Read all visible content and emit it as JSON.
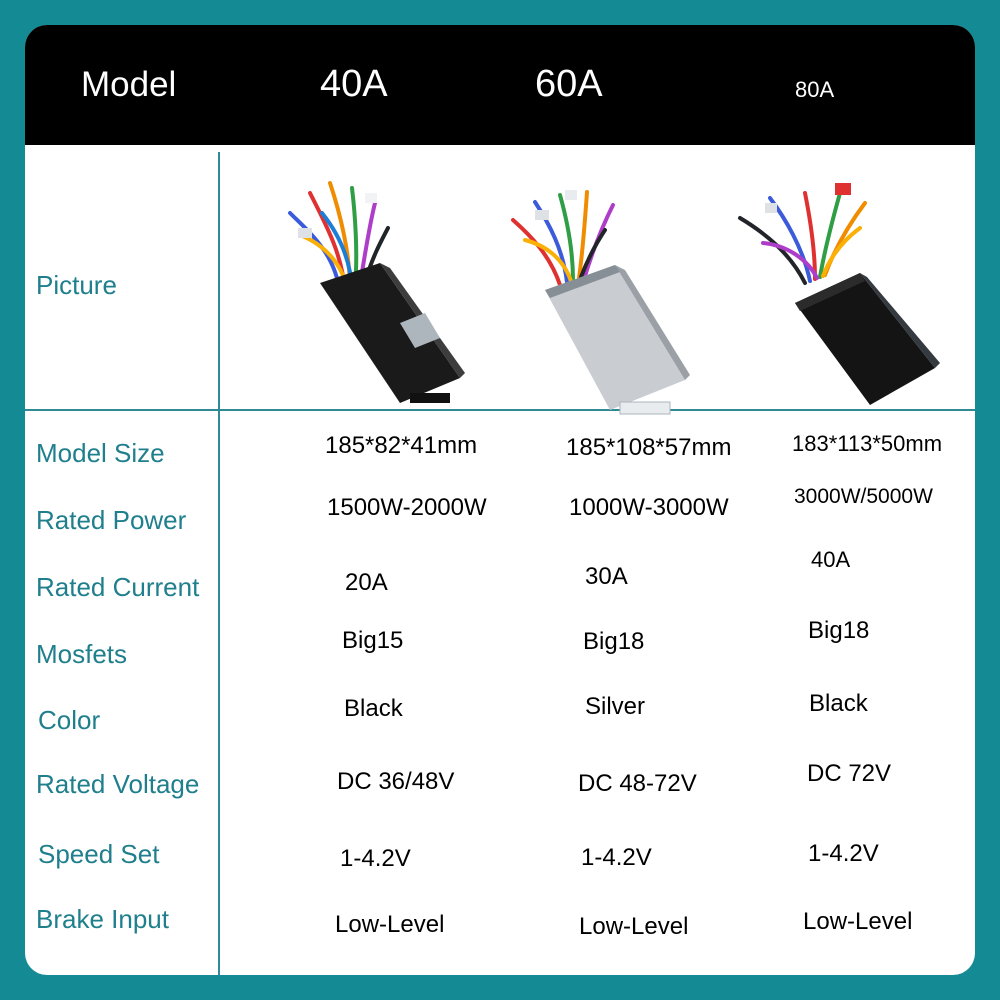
{
  "header": {
    "model_label": "Model",
    "models": [
      "40A",
      "60A",
      "80A"
    ]
  },
  "rows": {
    "picture": "Picture",
    "model_size": "Model Size",
    "rated_power": "Rated Power",
    "rated_current": "Rated Current",
    "mosfets": "Mosfets",
    "color": "Color",
    "rated_voltage": "Rated Voltage",
    "speed_set": "Speed Set",
    "brake_input": "Brake Input"
  },
  "specs": {
    "c40": {
      "model_size": "185*82*41mm",
      "rated_power": "1500W-2000W",
      "rated_current": "20A",
      "mosfets": "Big15",
      "color": "Black",
      "rated_voltage": "DC 36/48V",
      "speed_set": "1-4.2V",
      "brake_input": "Low-Level"
    },
    "c60": {
      "model_size": "185*108*57mm",
      "rated_power": "1000W-3000W",
      "rated_current": "30A",
      "mosfets": "Big18",
      "color": "Silver",
      "rated_voltage": "DC 48-72V",
      "speed_set": "1-4.2V",
      "brake_input": "Low-Level"
    },
    "c80": {
      "model_size": "183*113*50mm",
      "rated_power": "3000W/5000W",
      "rated_current": "40A",
      "mosfets": "Big18",
      "color": "Black",
      "rated_voltage": "DC 72V",
      "speed_set": "1-4.2V",
      "brake_input": "Low-Level"
    }
  },
  "colors": {
    "background": "#138a94",
    "header": "#000000",
    "label_text": "#1f7f8c",
    "divider": "#2f8a94"
  }
}
